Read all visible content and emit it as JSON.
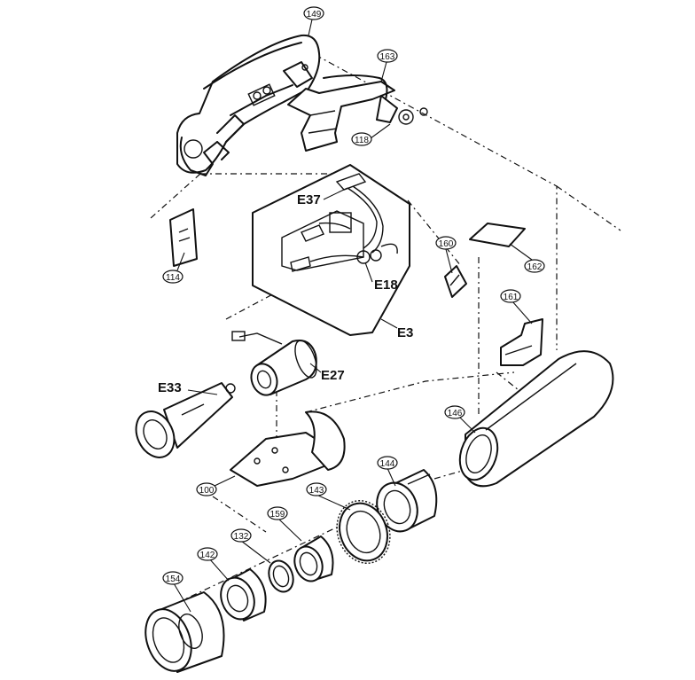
{
  "labels": {
    "p149": "149",
    "p163": "163",
    "p118": "118",
    "e37": "E37",
    "p114": "114",
    "p160": "160",
    "e18": "E18",
    "p162": "162",
    "p161": "161",
    "e3": "E3",
    "e27": "E27",
    "e33": "E33",
    "p146": "146",
    "p100": "100",
    "p144": "144",
    "p143": "143",
    "p159": "159",
    "p132": "132",
    "p142": "142",
    "p154": "154"
  }
}
